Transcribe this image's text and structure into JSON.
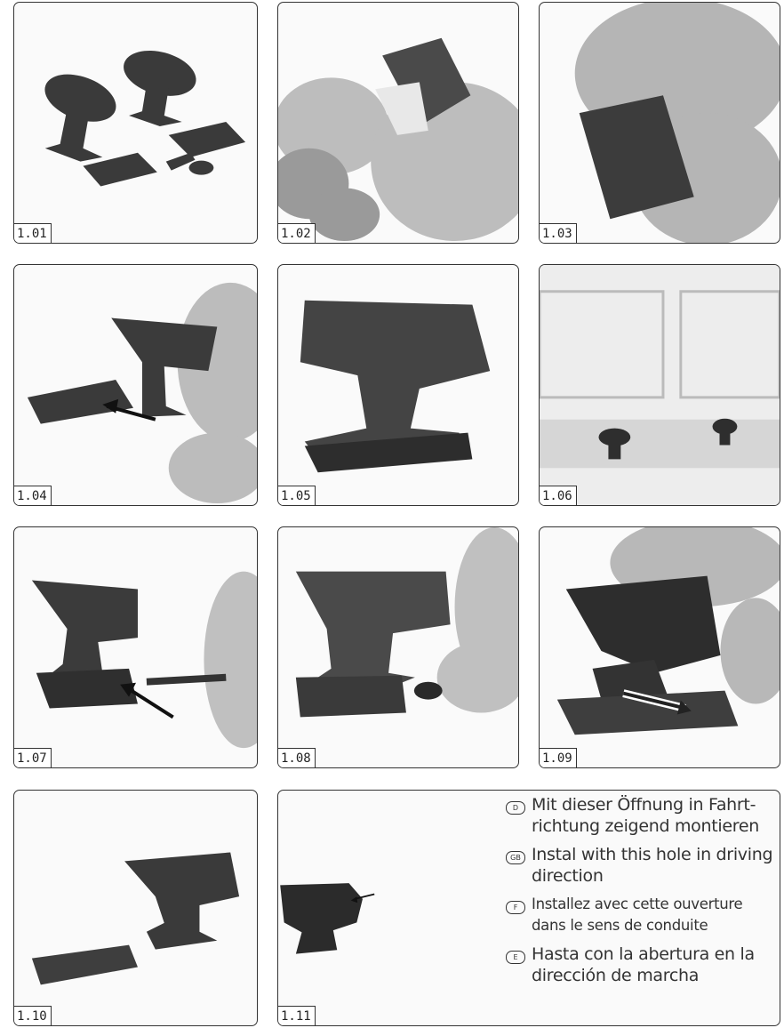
{
  "panels": [
    {
      "label": "1.01"
    },
    {
      "label": "1.02"
    },
    {
      "label": "1.03"
    },
    {
      "label": "1.04"
    },
    {
      "label": "1.05"
    },
    {
      "label": "1.06"
    },
    {
      "label": "1.07"
    },
    {
      "label": "1.08"
    },
    {
      "label": "1.09"
    },
    {
      "label": "1.10"
    },
    {
      "label": "1.11"
    }
  ],
  "legend": [
    {
      "lang": "D",
      "text": "Mit dieser Öffnung in Fahrt-richtung zeigend montieren"
    },
    {
      "lang": "GB",
      "text": "Instal with this hole in driving direction"
    },
    {
      "lang": "F",
      "text": "Installez avec cette ouverture dans le sens de conduite"
    },
    {
      "lang": "E",
      "text": "Hasta con la abertura en la dirección de marcha"
    }
  ]
}
